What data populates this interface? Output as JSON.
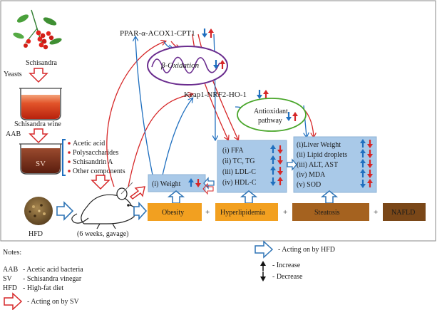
{
  "colors": {
    "increase": "#d62728",
    "decrease": "#1f6fbf",
    "sv_arrow": "#d62728",
    "hfd_arrow": "#2f74b5",
    "oxidation_ring": "#6a2c8e",
    "antioxidant_ring": "#49a62a",
    "result_box": "#a9c9e8",
    "obesity_box": "#f2a020",
    "steatosis_box": "#a5621f",
    "nafld_box": "#7a4718"
  },
  "left_column": {
    "schisandra": "Schisandra",
    "yeasts": "Yeasts",
    "schisandra_wine": "Schisandra wine",
    "aab": "AAB",
    "sv": "SV",
    "hfd": "HFD",
    "gavage": "(6 weeks, gavage)"
  },
  "components": [
    "Acetic acid",
    "Polysaccharides",
    "Schisandrin A",
    "Other components"
  ],
  "pathways": {
    "ppar": "PPAR-α-ACOX1-CPT1",
    "beta_oxidation": "β-Oxidation",
    "keap1": "Keap1-NRF2-HO-1",
    "antioxidant_line1": "Antioxidant",
    "antioxidant_line2": "pathway"
  },
  "weight_box": [
    "(i) Weight"
  ],
  "lipid_box": [
    "(i) FFA",
    "(ii) TC, TG",
    "(iii) LDL-C",
    "(iv) HDL-C"
  ],
  "liver_box": [
    "(i)Liver Weight",
    "(ii) Lipid droplets",
    "(iii) ALT, AST",
    "(iv) MDA",
    "(v) SOD"
  ],
  "conditions": {
    "obesity": "Obesity",
    "hyperlipidemia": "Hyperlipidemia",
    "steatosis": "Steatosis",
    "nafld": "NAFLD",
    "plus": "+"
  },
  "notes": {
    "title": "Notes:",
    "abbr": [
      {
        "k": "AAB",
        "v": "- Acetic acid bacteria"
      },
      {
        "k": "SV",
        "v": "- Schisandra vinegar"
      },
      {
        "k": "HFD",
        "v": "- High-fat diet"
      }
    ],
    "sv_legend": "- Acting on by SV",
    "hfd_legend": "- Acting on by HFD",
    "increase": "- Increase",
    "decrease": "- Decrease"
  }
}
